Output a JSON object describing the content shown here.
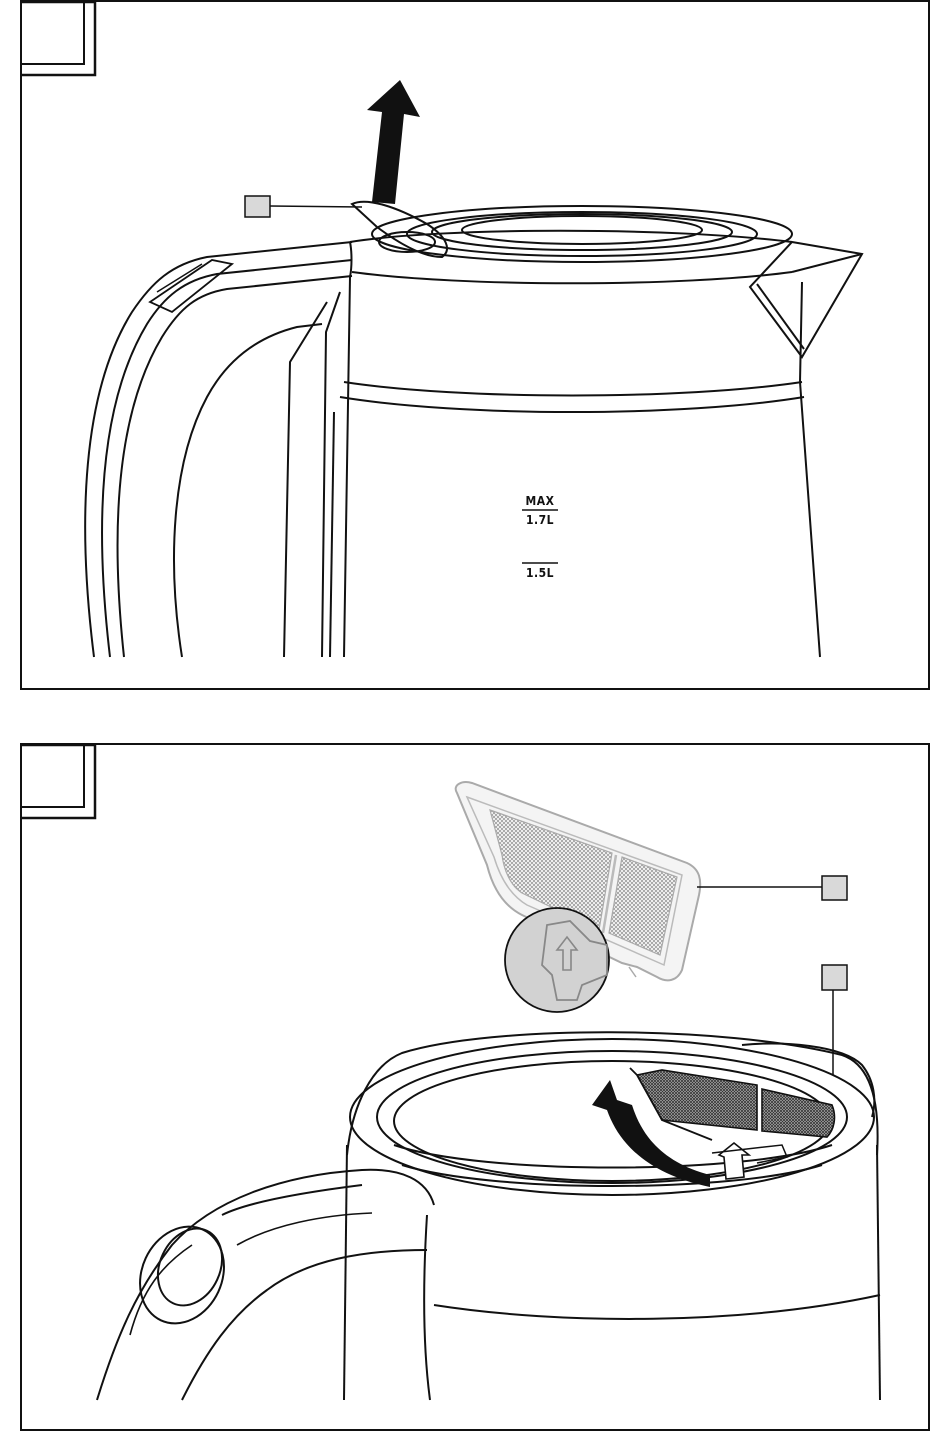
{
  "figure1": {
    "scale_max_label": "MAX",
    "scale_max_volume": "1.7L",
    "scale_min_volume": "1.5L"
  },
  "figure2": {}
}
